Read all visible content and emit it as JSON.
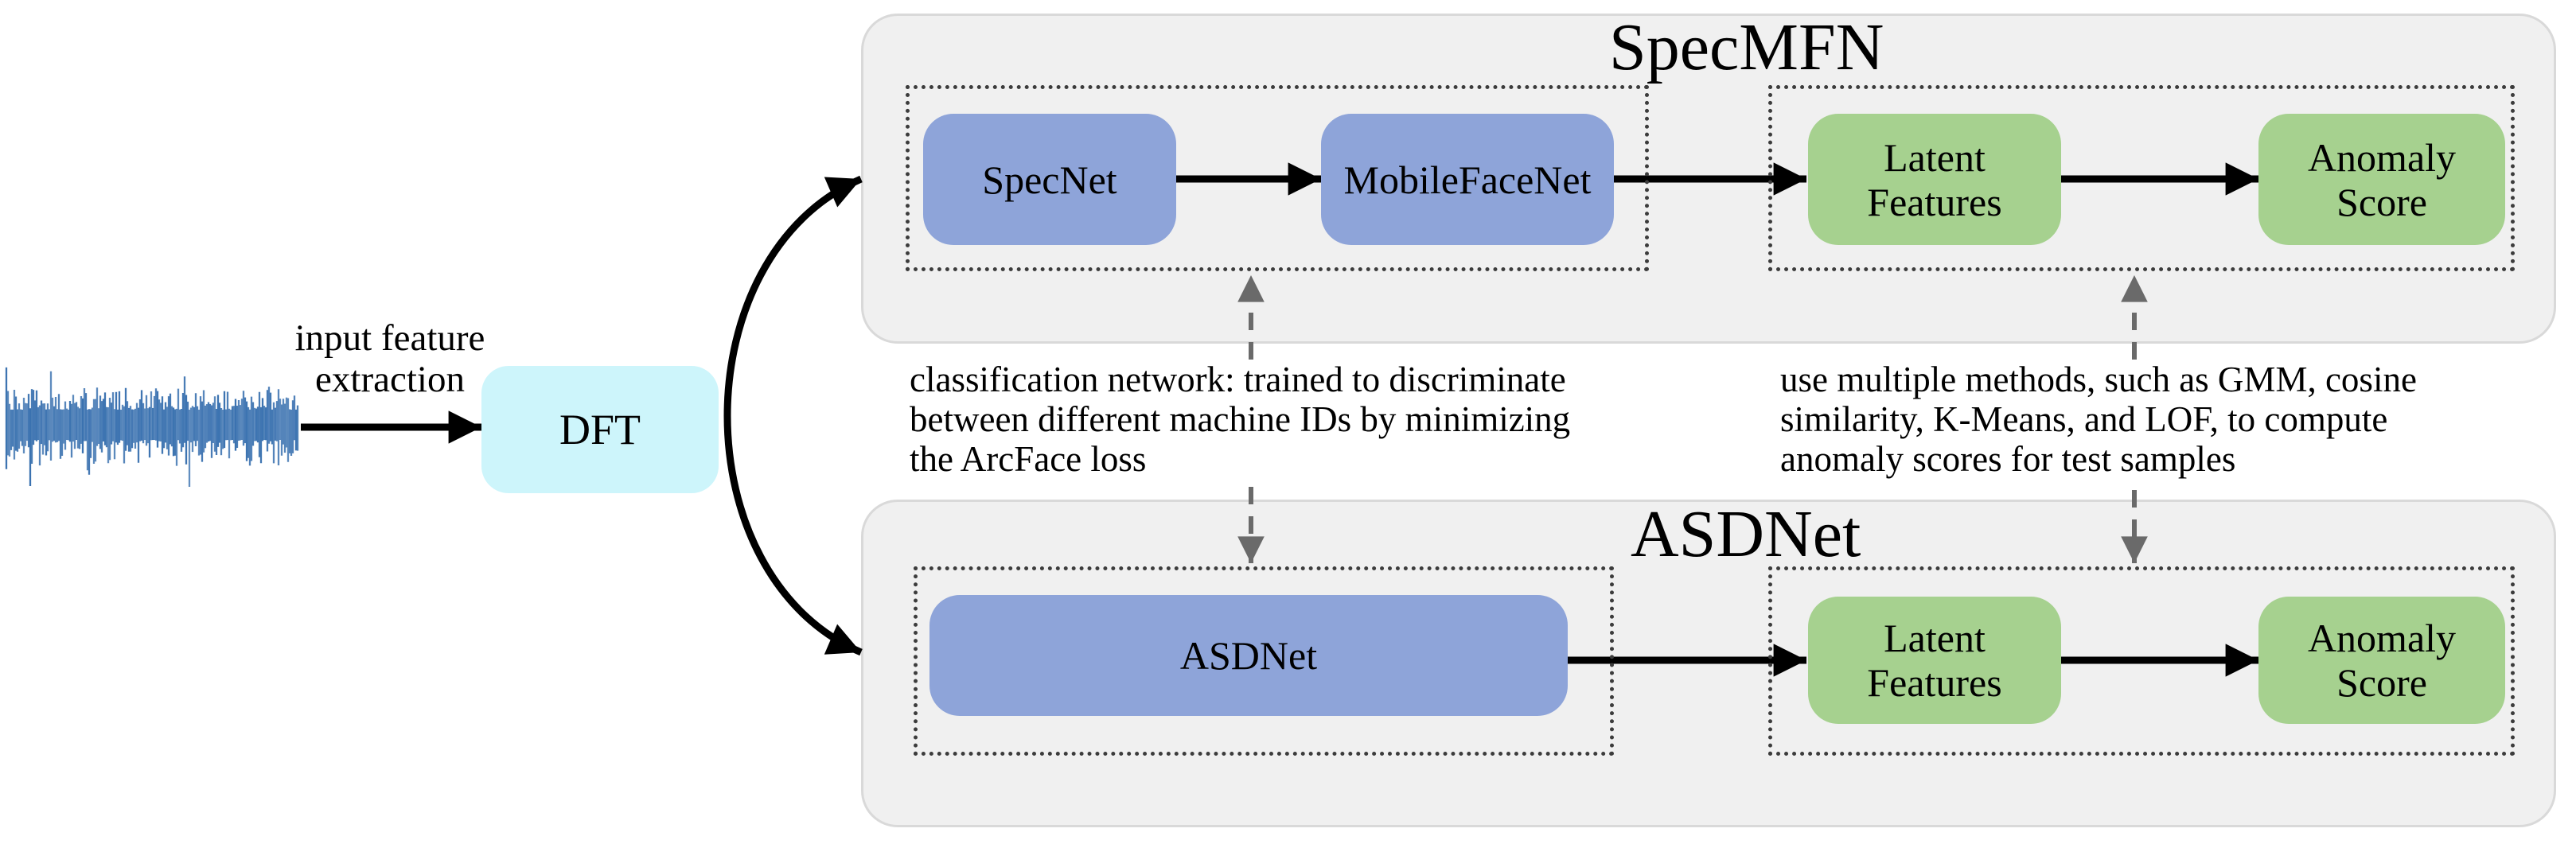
{
  "colors": {
    "container_bg": "#F0F0F0",
    "container_border": "#D9D9D9",
    "blue_box": "#8EA4D9",
    "green_box": "#A6D18F",
    "cyan_box": "#CDF5FB",
    "dotted_border": "#3C3C3C",
    "dash_gray": "#6A6A6A",
    "ink": "#000000",
    "waveform_blue": "#3B72B0"
  },
  "input_stage": {
    "waveform_icon": "audio-waveform",
    "arrow_label": "input feature\nextraction",
    "dft_label": "DFT"
  },
  "specmfn": {
    "title": "SpecMFN",
    "classifier_group": {
      "specnet_label": "SpecNet",
      "mobilefacenet_label": "MobileFaceNet"
    },
    "scoring_group": {
      "latent_label": "Latent\nFeatures",
      "anomaly_label": "Anomaly\nScore"
    }
  },
  "asdnet": {
    "title": "ASDNet",
    "classifier_group": {
      "asdnet_label": "ASDNet"
    },
    "scoring_group": {
      "latent_label": "Latent\nFeatures",
      "anomaly_label": "Anomaly\nScore"
    }
  },
  "annotations": {
    "classifier_note": "classification network: trained to discriminate\nbetween different machine IDs by minimizing\nthe ArcFace loss",
    "scoring_note": "use multiple methods, such as GMM, cosine\nsimilarity, K-Means, and LOF, to compute\nanomaly scores for test samples"
  }
}
